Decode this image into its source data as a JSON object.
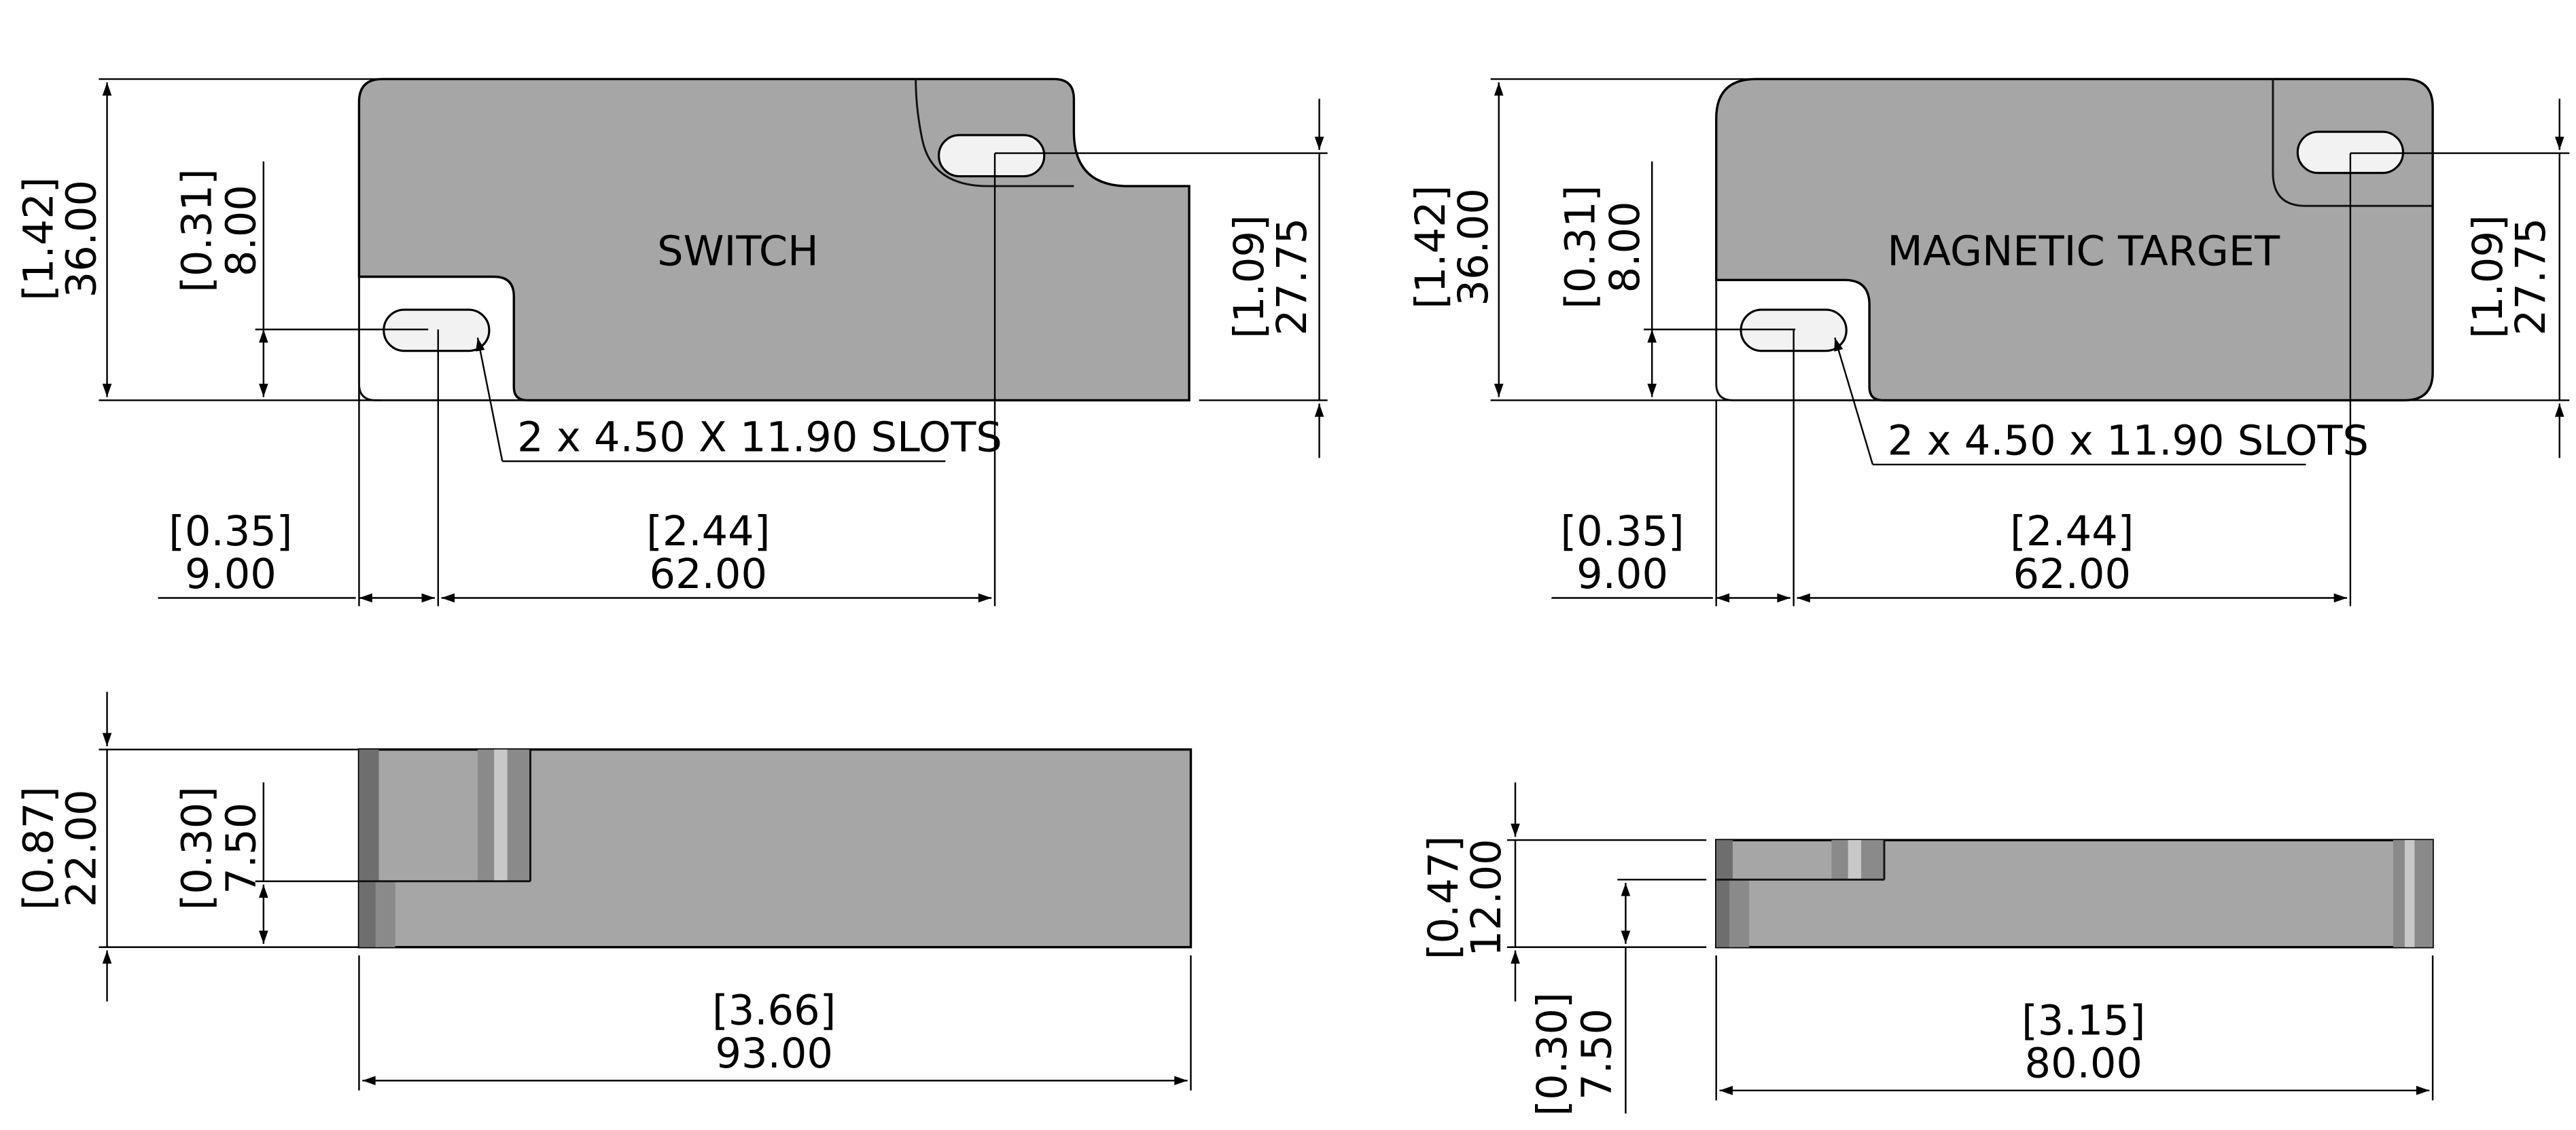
{
  "switch_top": {
    "label": "SWITCH",
    "height_in": "[1.42]",
    "height_mm": "36.00",
    "slot_offset_in": "[0.31]",
    "slot_offset_mm": "8.00",
    "right_slot_in": "[1.09]",
    "right_slot_mm": "27.75",
    "slots_note": "2 x 4.50 X 11.90 SLOTS",
    "edge_in": "[0.35]",
    "edge_mm": "9.00",
    "pitch_in": "[2.44]",
    "pitch_mm": "62.00"
  },
  "target_top": {
    "label": "MAGNETIC TARGET",
    "height_in": "[1.42]",
    "height_mm": "36.00",
    "slot_offset_in": "[0.31]",
    "slot_offset_mm": "8.00",
    "right_slot_in": "[1.09]",
    "right_slot_mm": "27.75",
    "slots_note": "2 x 4.50 x 11.90 SLOTS",
    "edge_in": "[0.35]",
    "edge_mm": "9.00",
    "pitch_in": "[2.44]",
    "pitch_mm": "62.00"
  },
  "switch_side": {
    "height_in": "[0.87]",
    "height_mm": "22.00",
    "step_in": "[0.30]",
    "step_mm": "7.50",
    "length_in": "[3.66]",
    "length_mm": "93.00"
  },
  "target_side": {
    "height_in": "[0.47]",
    "height_mm": "12.00",
    "step_in": "[0.30]",
    "step_mm": "7.50",
    "length_in": "[3.15]",
    "length_mm": "80.00"
  }
}
